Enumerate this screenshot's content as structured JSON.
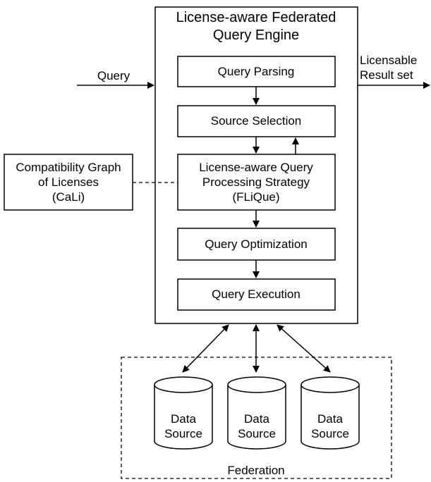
{
  "engine": {
    "title_line1": "License-aware Federated",
    "title_line2": "Query Engine",
    "steps": {
      "parsing": "Query Parsing",
      "selection": "Source Selection",
      "strategy_line1": "License-aware Query",
      "strategy_line2": "Processing Strategy",
      "strategy_line3": "(FLiQue)",
      "optimization": "Query Optimization",
      "execution": "Query Execution"
    }
  },
  "input": {
    "query": "Query"
  },
  "output": {
    "line1": "Licensable",
    "line2": "Result set"
  },
  "cali": {
    "line1": "Compatibility Graph",
    "line2": "of Licenses",
    "line3": "(CaLi)"
  },
  "federation": {
    "label": "Federation",
    "sources": [
      {
        "line1": "Data",
        "line2": "Source"
      },
      {
        "line1": "Data",
        "line2": "Source"
      },
      {
        "line1": "Data",
        "line2": "Source"
      }
    ]
  }
}
